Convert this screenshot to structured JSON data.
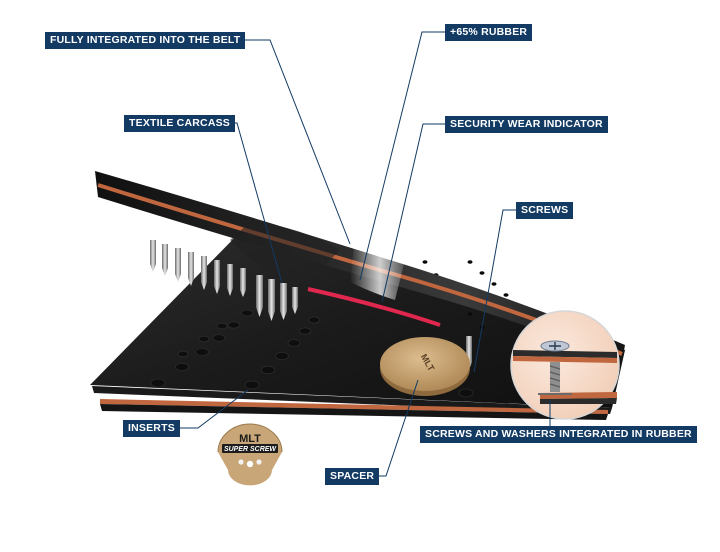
{
  "callouts": {
    "fully_integrated": "FULLY INTEGRATED INTO THE BELT",
    "rubber": "+65% RUBBER",
    "textile_carcass": "TEXTILE CARCASS",
    "wear_indicator": "SECURITY WEAR INDICATOR",
    "screws": "SCREWS",
    "inserts": "INSERTS",
    "screws_washers": "SCREWS AND WASHERS INTEGRATED IN RUBBER",
    "spacer": "SPACER"
  },
  "logo": {
    "brand": "MLT",
    "product_a": "SUPER",
    "product_b": "SCREW"
  },
  "spacer_print": "MLT",
  "colors": {
    "label_bg": "#123a63",
    "label_text": "#ffffff",
    "rubber": "#1e1e1e",
    "carcass": "#c0673f",
    "wear_indicator": "#e0274d",
    "cork": "#c9a678"
  }
}
